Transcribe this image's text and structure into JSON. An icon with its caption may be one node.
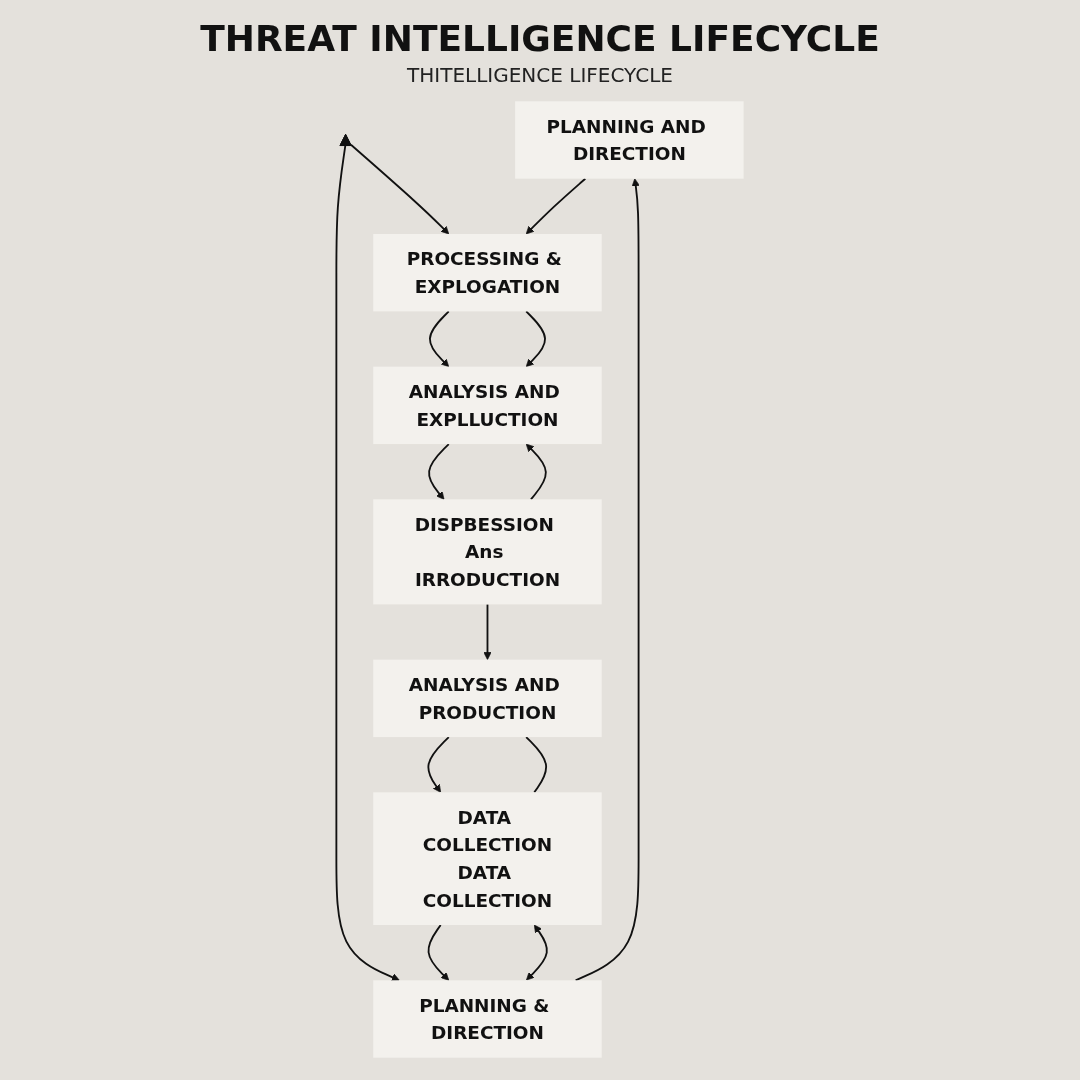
{
  "diagram": {
    "title": "THREAT INTELLIGENCE LIFECYCLE",
    "nodes": [
      {
        "text": [
          "PLANNING AND DIRECTION"
        ]
      },
      {
        "text": [
          "PROCESSING & EXPLOGATION"
        ]
      },
      {
        "text": [
          "ANALYSIS AND EXPLLUCTION"
        ]
      },
      {
        "text": [
          "DISPBESSION Ans IRRODUCTION"
        ]
      },
      {
        "text": [
          "ANALYSIS AND PRODUCTION"
        ]
      },
      {
        "text": [
          "DATA COLLECTION",
          "DATA COLLECTION"
        ]
      },
      {
        "text": [
          "PLANNING & DIRECTION"
        ]
      },
      {
        "text": [],
        "shape": "triangle"
      }
    ],
    "edges": [
      {
        "from": 6,
        "to": 0,
        "arrow": "to"
      },
      {
        "from": 0,
        "to": 1,
        "arrow": "to"
      },
      {
        "from": 1,
        "to": 2,
        "arrow": "to"
      },
      {
        "from": 3,
        "to": 2,
        "arrow": "to"
      },
      {
        "from": 3,
        "to": 4,
        "arrow": "to"
      },
      {
        "from": 4,
        "to": 5,
        "arrow": "to"
      },
      {
        "from": 5,
        "to": 6,
        "arrow": "to"
      },
      {
        "from": 7,
        "to": 6,
        "arrow": "to"
      },
      {
        "from": 7,
        "to": 1,
        "arrow": "to"
      },
      {
        "from": 6,
        "to": 5,
        "arrow": "both"
      },
      {
        "from": 1,
        "to": 2,
        "arrow": "to"
      },
      {
        "from": 2,
        "to": 3,
        "arrow": "to"
      },
      {
        "from": 5,
        "to": 4,
        "arrow": "none"
      }
    ],
    "labels": [
      "THITELLIGENCE LIFECYCLE"
    ]
  }
}
